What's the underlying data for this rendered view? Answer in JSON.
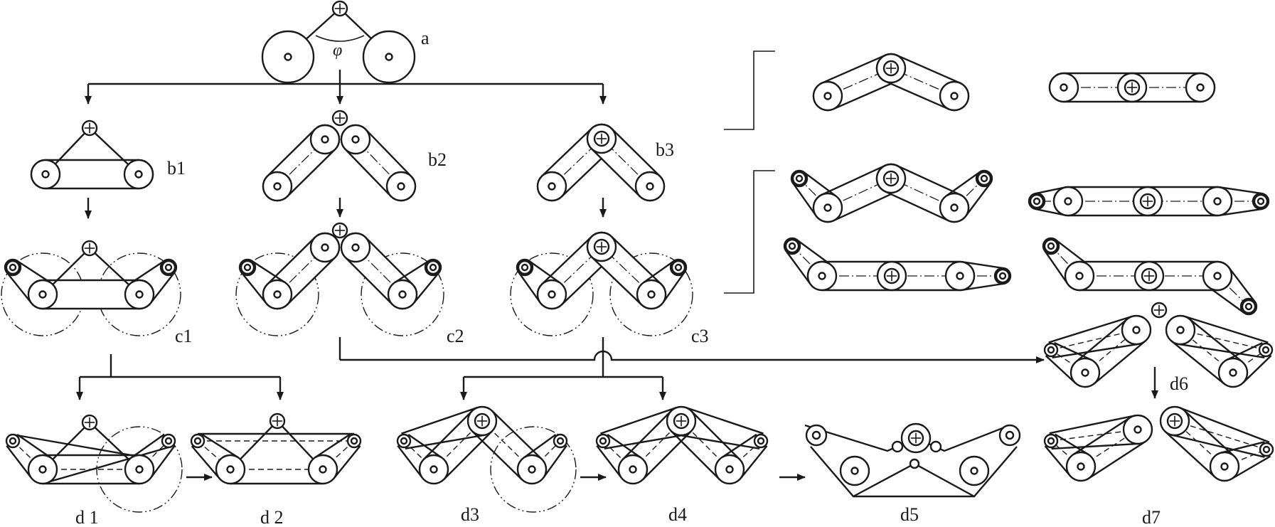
{
  "labels": {
    "a": "a",
    "b1": "b1",
    "b2": "b2",
    "b3": "b3",
    "c1": "c1",
    "c2": "c2",
    "c3": "c3",
    "d1": "d 1",
    "d2": "d 2",
    "d3": "d3",
    "d4": "d4",
    "d5": "d5",
    "d6": "d6",
    "d7": "d7"
  },
  "angle_symbol": "φ"
}
